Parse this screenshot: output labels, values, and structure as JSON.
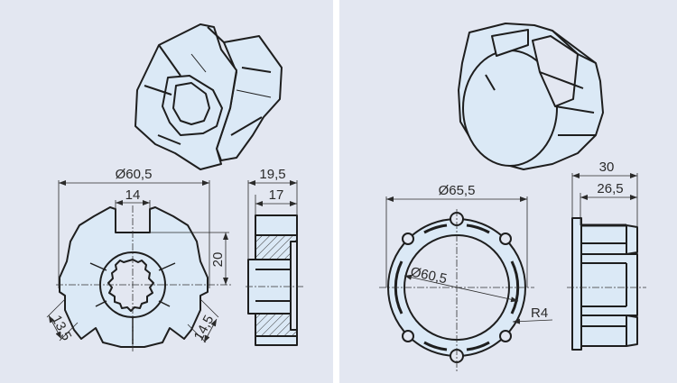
{
  "colors": {
    "background": "#e3e7f1",
    "divider": "#ffffff",
    "part_fill": "#dbe9f6",
    "outline": "#1e1e1e",
    "dimension_line": "#2a2a2a"
  },
  "panels": [
    {
      "id": "octagonal-adapter",
      "views": [
        "isometric",
        "front",
        "side-section"
      ],
      "dimensions": {
        "outer_diameter": "Ø60,5",
        "top_slot_width": "14",
        "slot_depth": "20",
        "left_slot_width": "13,5",
        "right_slot_width": "14,5",
        "overall_width": "19,5",
        "body_width": "17"
      }
    },
    {
      "id": "ring-adapter",
      "views": [
        "isometric",
        "front",
        "side"
      ],
      "dimensions": {
        "outer_diameter": "Ø65,5",
        "inner_diameter": "Ø60,5",
        "notch_radius": "R4",
        "overall_width": "30",
        "body_width": "26,5"
      }
    }
  ]
}
